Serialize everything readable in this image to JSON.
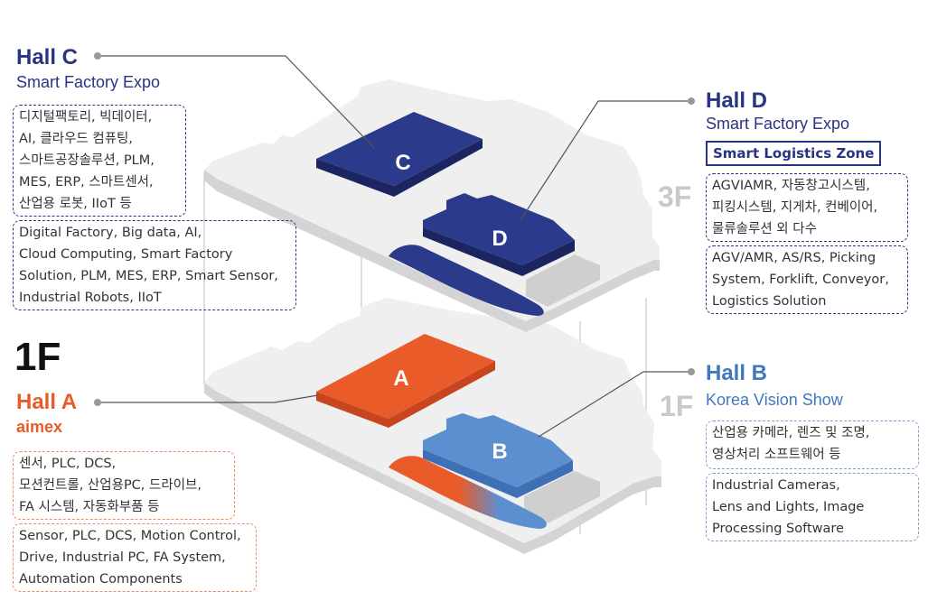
{
  "floors": {
    "top_label": "3F",
    "bottom_label": "1F",
    "left_bottom_label": "1F"
  },
  "halls": {
    "c": {
      "title": "Hall C",
      "subtitle": "Smart Factory Expo",
      "map_letter": "C",
      "ko_lines": [
        "디지털팩토리, 빅데이터,",
        "AI, 클라우드 컴퓨팅,",
        "스마트공장솔루션, PLM,",
        "MES, ERP, 스마트센서,",
        "산업용 로봇, IIoT 등"
      ],
      "en_lines": [
        "Digital Factory, Big data, AI,",
        "Cloud Computing, Smart Factory",
        "Solution, PLM, MES, ERP, Smart Sensor,",
        "Industrial Robots, IIoT"
      ]
    },
    "d": {
      "title": "Hall D",
      "subtitle": "Smart Factory Expo",
      "zone": "Smart Logistics Zone",
      "map_letter": "D",
      "ko_lines": [
        "AGVIAMR, 자동창고시스템,",
        "피킹시스템, 지게차, 컨베이어,",
        "물류솔루션 외 다수"
      ],
      "en_lines": [
        "AGV/AMR, AS/RS, Picking",
        "System, Forklift, Conveyor,",
        "Logistics Solution"
      ]
    },
    "a": {
      "title": "Hall A",
      "subtitle": "aimex",
      "map_letter": "A",
      "ko_lines": [
        "센서, PLC, DCS,",
        "모션컨트롤, 산업용PC, 드라이브,",
        "FA 시스템, 자동화부품 등"
      ],
      "en_lines": [
        "Sensor, PLC, DCS, Motion Control,",
        "Drive, Industrial PC, FA System,",
        "Automation Components"
      ]
    },
    "b": {
      "title": "Hall B",
      "subtitle": "Korea Vision Show",
      "map_letter": "B",
      "ko_lines": [
        "산업용 카메라, 렌즈 및 조명,",
        "영상처리 소프트웨어 등"
      ],
      "en_lines": [
        "Industrial Cameras,",
        "Lens and Lights, Image",
        "Processing Software"
      ]
    }
  },
  "colors": {
    "navy": "#273582",
    "orange": "#ea5b2a",
    "blue": "#5b8fd0",
    "floor_top": "#eeeeee",
    "floor_side": "#d2d2d2",
    "grey_block": "#cfcfcf"
  }
}
